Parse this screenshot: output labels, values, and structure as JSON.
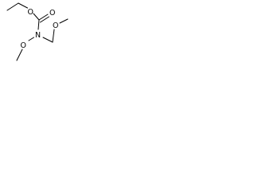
{
  "diagram": {
    "type": "chemical-structure",
    "atoms": {
      "carbonyl_oxygen": "O",
      "ester_oxygen": "O",
      "nitrogen": "N",
      "n_methoxy_oxygen": "O",
      "ether_oxygen": "O"
    },
    "colors": {
      "bond": "#000000",
      "label": "#000000",
      "background": "#ffffff"
    }
  }
}
